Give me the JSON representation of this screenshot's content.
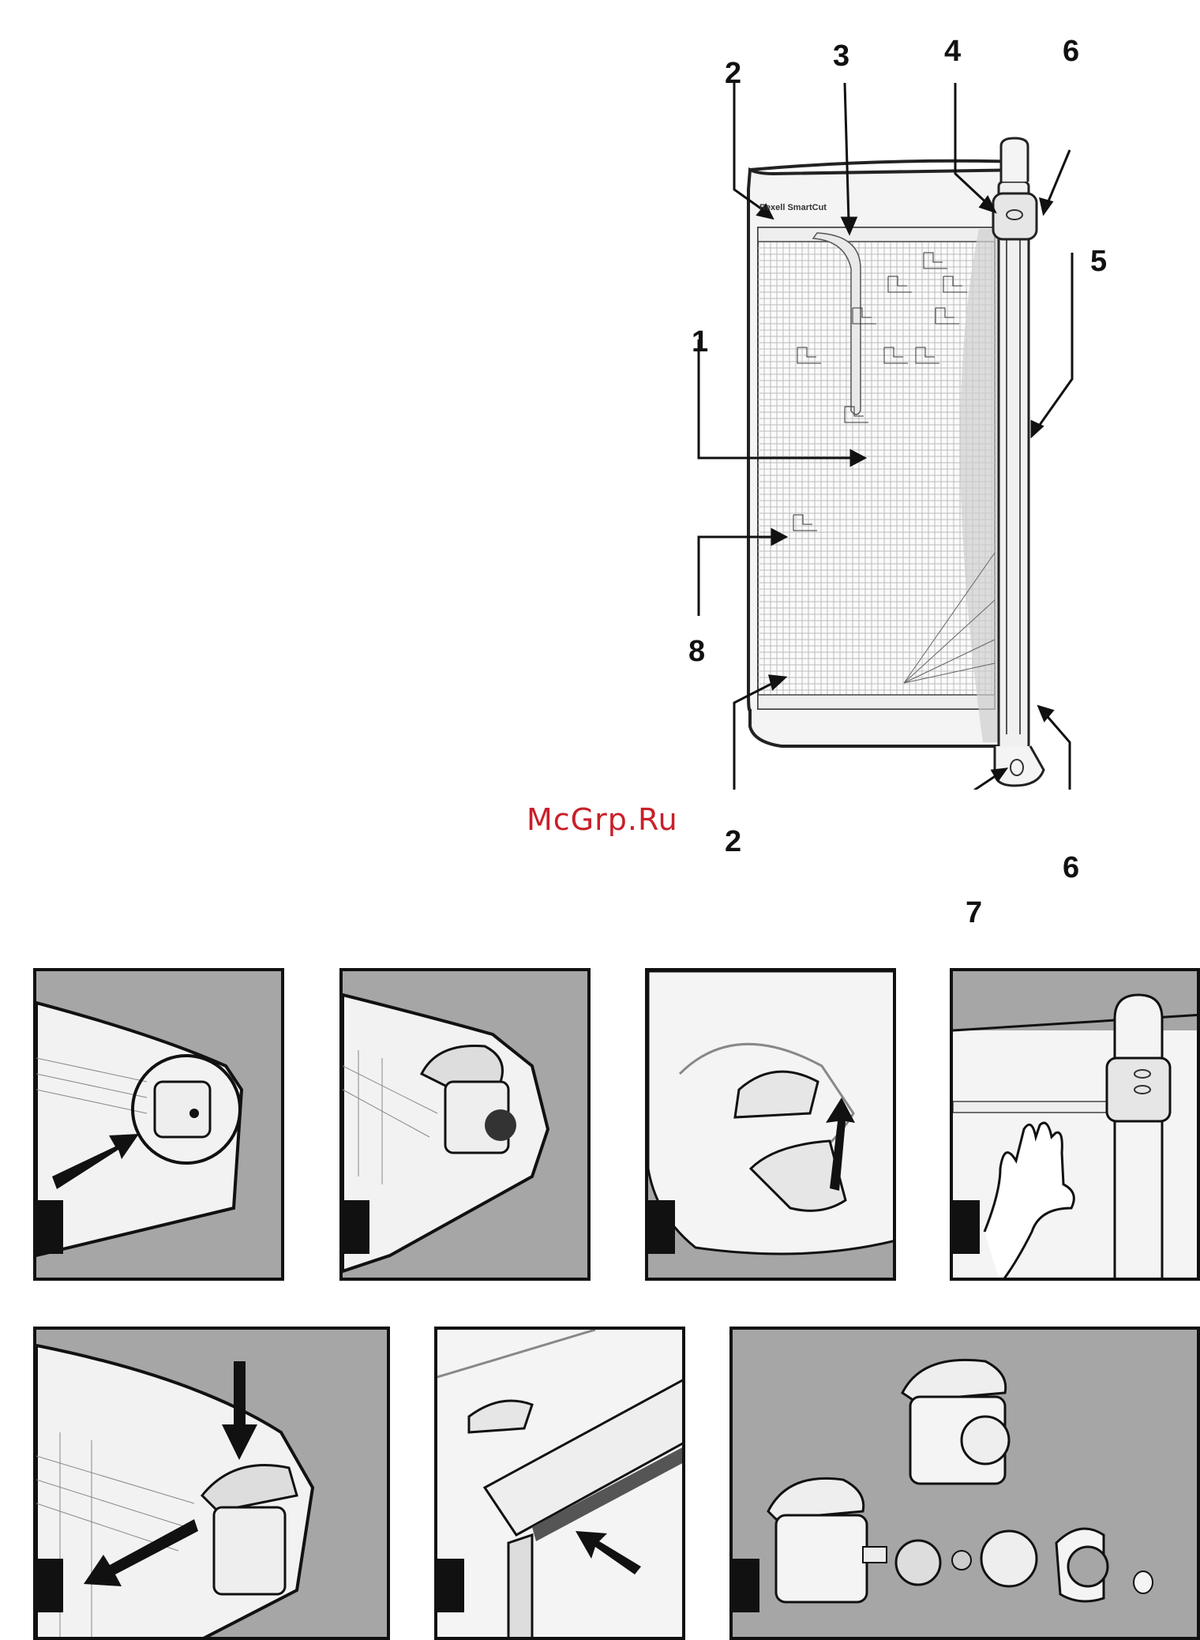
{
  "diagram": {
    "brand_text": "Rexell SmartCut",
    "callouts": [
      {
        "id": "c2a",
        "label": "2"
      },
      {
        "id": "c3",
        "label": "3"
      },
      {
        "id": "c4",
        "label": "4"
      },
      {
        "id": "c6a",
        "label": "6"
      },
      {
        "id": "c5",
        "label": "5"
      },
      {
        "id": "c1",
        "label": "1"
      },
      {
        "id": "c8",
        "label": "8"
      },
      {
        "id": "c2b",
        "label": "2"
      },
      {
        "id": "c6b",
        "label": "6"
      },
      {
        "id": "c7",
        "label": "7"
      }
    ]
  },
  "watermark": "McGrp.Ru",
  "steps": [
    {
      "label": ""
    },
    {
      "label": ""
    },
    {
      "label": ""
    },
    {
      "label": ""
    },
    {
      "label": ""
    },
    {
      "label": ""
    },
    {
      "label": ""
    }
  ]
}
